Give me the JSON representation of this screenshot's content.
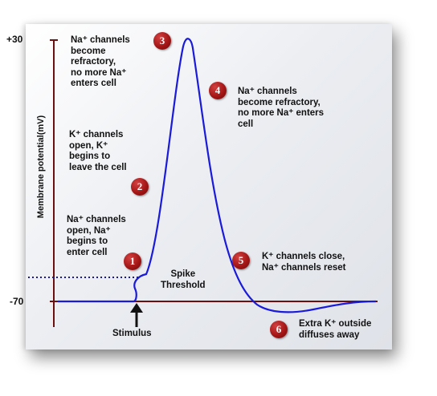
{
  "axis": {
    "y_label": "Membrane potential(mV)",
    "ticks": [
      "+30",
      "-70"
    ]
  },
  "labels": {
    "stimulus": "Stimulus",
    "spike_threshold": "Spike\nThreshold"
  },
  "steps": [
    {
      "num": "1",
      "text": "Na⁺ channels\nopen, Na⁺\nbegins to\nenter cell"
    },
    {
      "num": "2",
      "text": "K⁺ channels\nopen, K⁺\nbegins to\nleave the cell"
    },
    {
      "num": "3",
      "text": "Na⁺ channels\nbecome\nrefractory,\nno more Na⁺\nenters cell"
    },
    {
      "num": "4",
      "text": "Na⁺ channels\nbecome refractory,\nno more Na⁺  enters\ncell"
    },
    {
      "num": "5",
      "text": "K⁺ channels close,\nNa⁺  channels reset"
    },
    {
      "num": "6",
      "text": "Extra K⁺ outside\ndiffuses away"
    }
  ],
  "colors": {
    "curve": "#1a1adb",
    "axis": "#6b1010",
    "badge": "#a51616",
    "threshold": "#1a1a8c"
  }
}
